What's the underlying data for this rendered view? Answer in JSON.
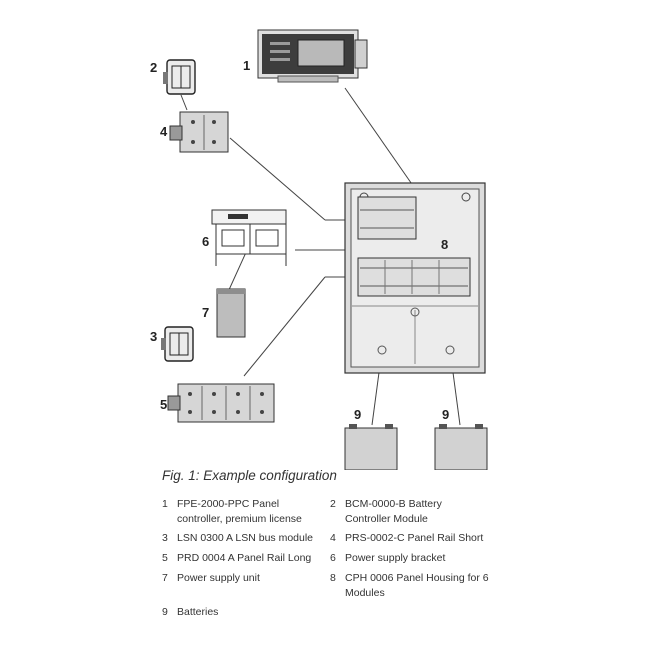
{
  "labels": {
    "n1": "1",
    "n2": "2",
    "n3": "3",
    "n4": "4",
    "n5": "5",
    "n6": "6",
    "n7": "7",
    "n8": "8",
    "n9a": "9",
    "n9b": "9"
  },
  "caption": {
    "prefix": "Fig. 1:",
    "title": "Example configuration"
  },
  "legend": [
    {
      "num": "1",
      "text": "FPE-2000-PPC Panel controller, premium license"
    },
    {
      "num": "2",
      "text": "BCM-0000-B Battery Controller Module"
    },
    {
      "num": "3",
      "text": "LSN 0300 A LSN bus module"
    },
    {
      "num": "4",
      "text": "PRS-0002-C Panel Rail Short"
    },
    {
      "num": "5",
      "text": "PRD 0004 A Panel Rail Long"
    },
    {
      "num": "6",
      "text": "Power supply bracket"
    },
    {
      "num": "7",
      "text": "Power supply unit"
    },
    {
      "num": "8",
      "text": "CPH 0006 Panel Housing for 6 Modules"
    },
    {
      "num": "9",
      "text": "Batteries"
    }
  ]
}
